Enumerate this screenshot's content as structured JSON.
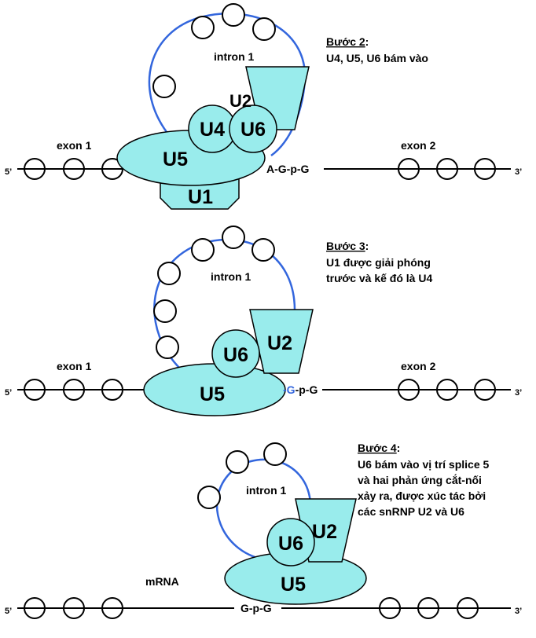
{
  "panels": [
    {
      "step_title": "Bước 2",
      "step_colon": ":",
      "description": [
        "U4, U5, U6 bám vào"
      ],
      "intron": "intron 1",
      "exon_left": "exon 1",
      "exon_right": "exon 2",
      "junction": "A-G-p-G",
      "five_prime": "5’",
      "three_prime": "3’",
      "snrnps": {
        "u1": "U1",
        "u2": "U2",
        "u4": "U4",
        "u5": "U5",
        "u6": "U6"
      }
    },
    {
      "step_title": "Bước 3",
      "step_colon": ":",
      "description": [
        "U1 được giải phóng",
        "trước và kế đó là U4"
      ],
      "intron": "intron 1",
      "exon_left": "exon 1",
      "exon_right": "exon 2",
      "junction_prefix": "-G",
      "junction_suffix": "-p-G",
      "five_prime": "5’",
      "three_prime": "3’",
      "snrnps": {
        "u2": "U2",
        "u5": "U5",
        "u6": "U6"
      }
    },
    {
      "step_title": "Bước 4",
      "step_colon": ":",
      "description": [
        "U6 bám vào vị trí splice 5",
        "và hai phản ứng cắt-nối",
        "xảy ra, được xúc tác bởi",
        "các snRNP U2 và U6"
      ],
      "intron": "intron 1",
      "mrna": "mRNA",
      "junction": "G-p-G",
      "five_prime": "5’",
      "three_prime": "3’",
      "snrnps": {
        "u2": "U2",
        "u5": "U5",
        "u6": "U6"
      }
    }
  ],
  "colors": {
    "snrnp_fill": "#99ecec",
    "intron_line": "#3366dd",
    "outline": "#000000"
  }
}
